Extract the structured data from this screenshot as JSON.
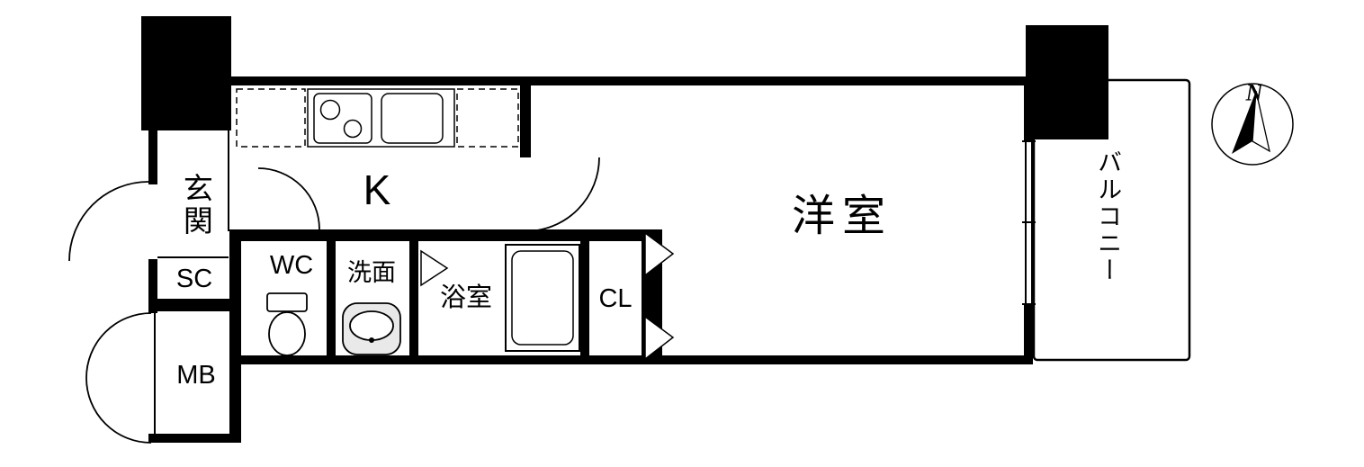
{
  "rooms": {
    "genkan": "玄関",
    "shoe_closet": "SC",
    "meter_box": "MB",
    "wc": "WC",
    "washroom": "洗面",
    "bathroom": "浴室",
    "closet": "CL",
    "kitchen": "K",
    "western_room": "洋室",
    "balcony": "バルコニー"
  },
  "compass": {
    "north_label": "N"
  },
  "colors": {
    "wall": "#000000",
    "background": "#ffffff"
  },
  "icons": [
    "stove-icon",
    "kitchen-sink-icon",
    "toilet-icon",
    "washbasin-icon",
    "bathtub-icon",
    "door-swing-arc",
    "folding-door-icon",
    "compass-icon"
  ]
}
